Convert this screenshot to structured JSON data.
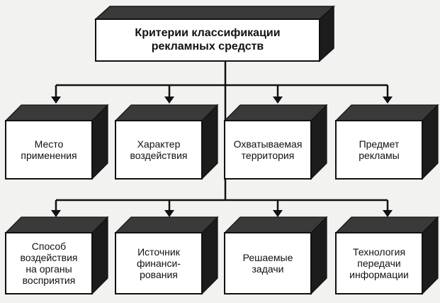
{
  "title": "Критерии классификации\nрекламных средств",
  "row1": [
    {
      "label": "Место\nприменения"
    },
    {
      "label": "Характер\nвоздействия"
    },
    {
      "label": "Охватываемая\nтерритория"
    },
    {
      "label": "Предмет\nрекламы"
    }
  ],
  "row2": [
    {
      "label": "Способ\nвоздействия\nна органы\nвосприятия"
    },
    {
      "label": "Источник\nфинанси-\nрования"
    },
    {
      "label": "Решаемые\nзадачи"
    },
    {
      "label": "Технология\nпередачи\nинформации"
    }
  ],
  "colors": {
    "box_front": "#ffffff",
    "box_side": "#1c1c1c",
    "box_top": "#3a3a3a",
    "line": "#111111",
    "background": "#f2f2f0"
  }
}
